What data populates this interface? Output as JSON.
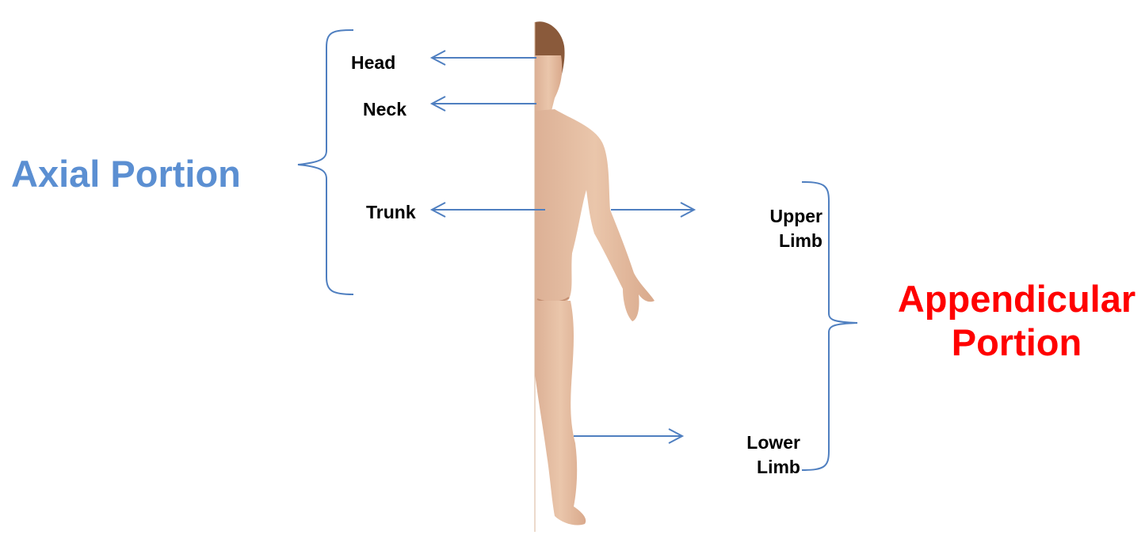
{
  "axial": {
    "title": "Axial Portion",
    "color": "#5b8fd2",
    "parts": {
      "head": "Head",
      "neck": "Neck",
      "trunk": "Trunk"
    }
  },
  "appendicular": {
    "title_line1": "Appendicular",
    "title_line2": "Portion",
    "color": "#ff0000",
    "parts": {
      "upper_line1": "Upper",
      "upper_line2": "Limb",
      "lower_line1": "Lower",
      "lower_line2": "Limb"
    }
  },
  "colors": {
    "arrow": "#4f7fc0",
    "bracket": "#4f7fc0",
    "skin": "#e8c2a6",
    "skin_shadow": "#d4a386",
    "hair": "#8a5a3b"
  },
  "figure": {
    "icon": "human-body-posterior-half-icon"
  }
}
